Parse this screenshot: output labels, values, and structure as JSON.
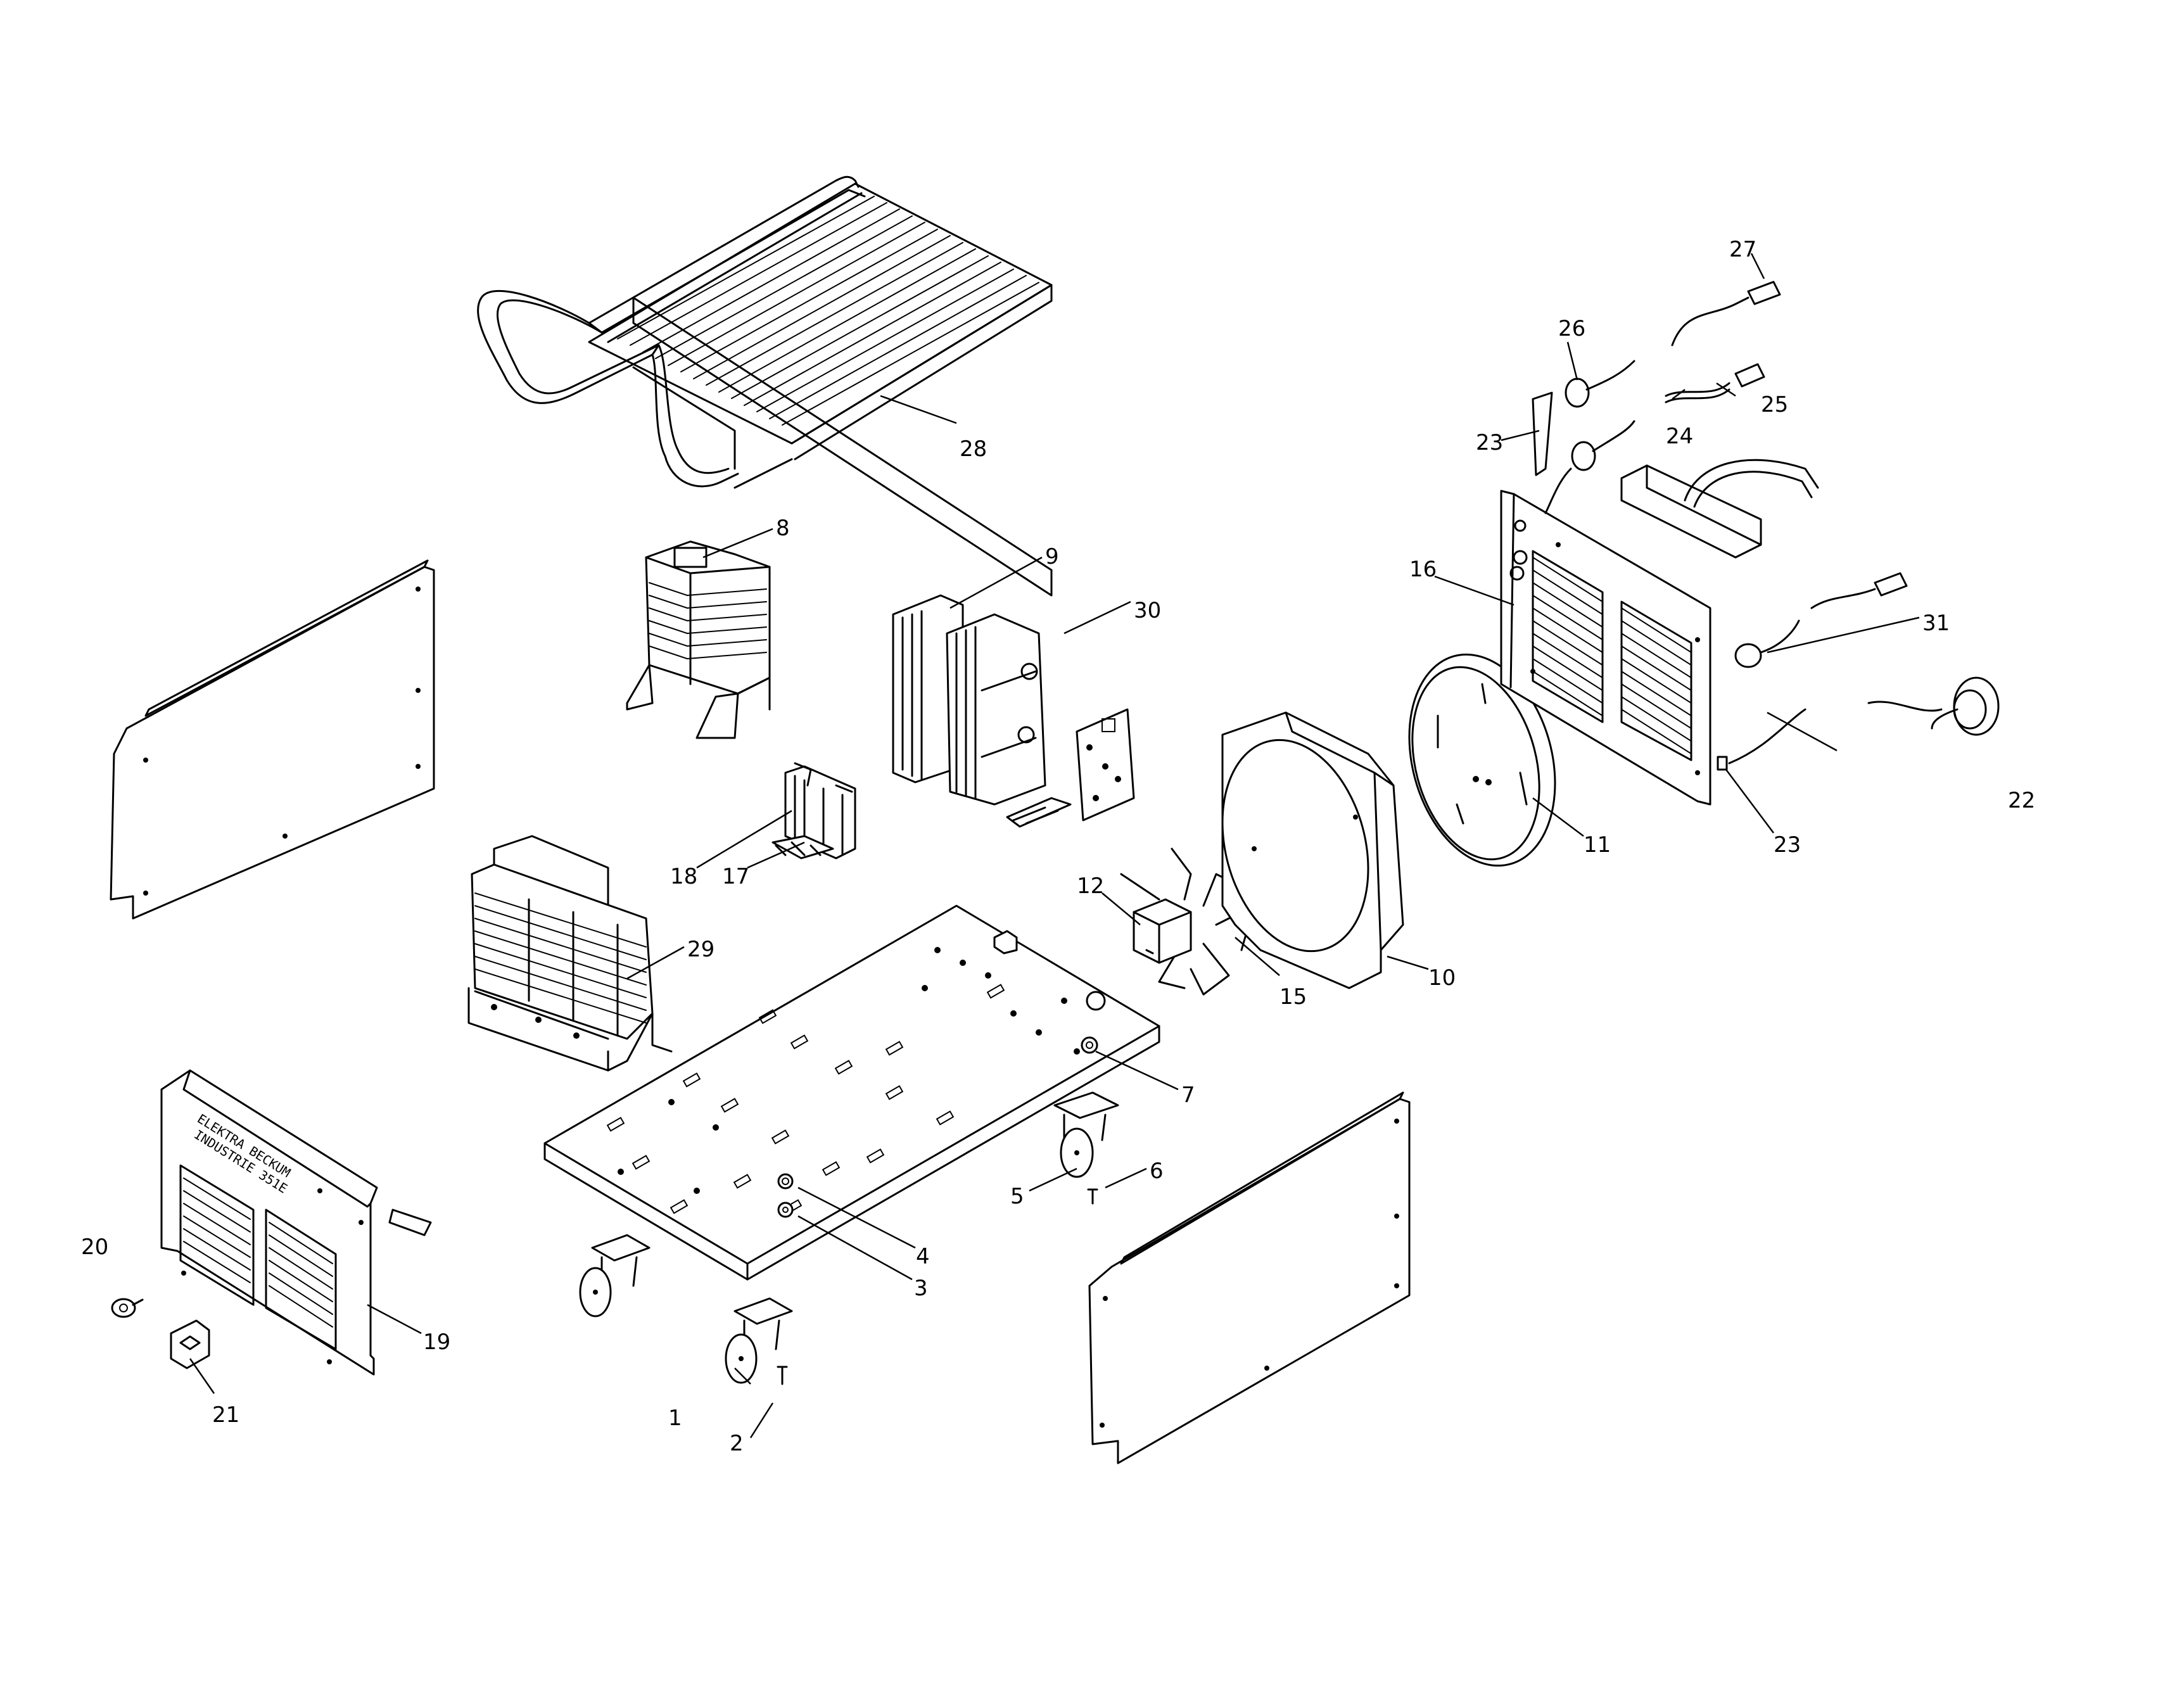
{
  "panel_text": {
    "line1": "ELEKTRA BECKUM",
    "line2": "INDUSTRIE 351E"
  },
  "callouts": [
    {
      "id": "c1",
      "label": "1"
    },
    {
      "id": "c2",
      "label": "2"
    },
    {
      "id": "c3",
      "label": "3"
    },
    {
      "id": "c4",
      "label": "4"
    },
    {
      "id": "c5",
      "label": "5"
    },
    {
      "id": "c6",
      "label": "6"
    },
    {
      "id": "c7",
      "label": "7"
    },
    {
      "id": "c8",
      "label": "8"
    },
    {
      "id": "c9",
      "label": "9"
    },
    {
      "id": "c10",
      "label": "10"
    },
    {
      "id": "c11",
      "label": "11"
    },
    {
      "id": "c12",
      "label": "12"
    },
    {
      "id": "c15",
      "label": "15"
    },
    {
      "id": "c16",
      "label": "16"
    },
    {
      "id": "c17",
      "label": "17"
    },
    {
      "id": "c18",
      "label": "18"
    },
    {
      "id": "c19",
      "label": "19"
    },
    {
      "id": "c20",
      "label": "20"
    },
    {
      "id": "c21",
      "label": "21"
    },
    {
      "id": "c22",
      "label": "22"
    },
    {
      "id": "c23a",
      "label": "23"
    },
    {
      "id": "c23b",
      "label": "23"
    },
    {
      "id": "c24",
      "label": "24"
    },
    {
      "id": "c25",
      "label": "25"
    },
    {
      "id": "c26",
      "label": "26"
    },
    {
      "id": "c27",
      "label": "27"
    },
    {
      "id": "c28",
      "label": "28"
    },
    {
      "id": "c29",
      "label": "29"
    },
    {
      "id": "c30",
      "label": "30"
    },
    {
      "id": "c31",
      "label": "31"
    }
  ]
}
